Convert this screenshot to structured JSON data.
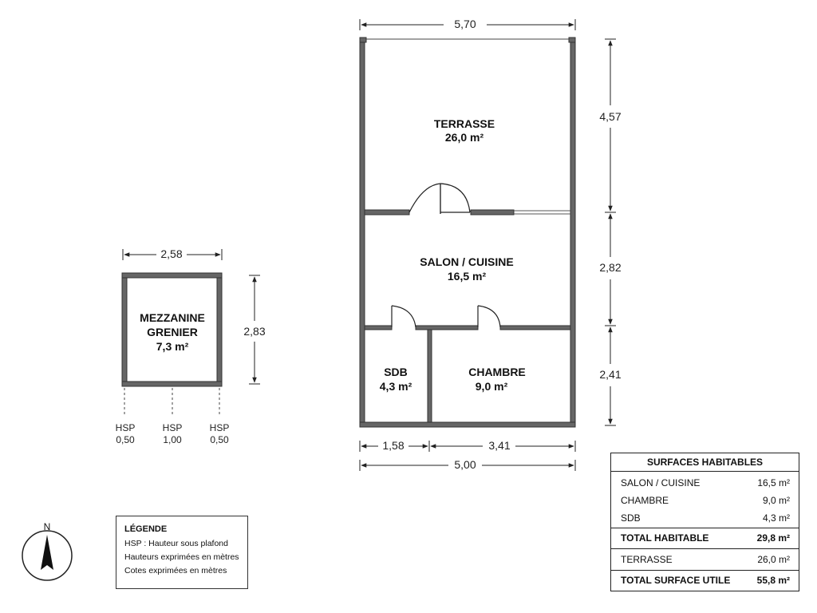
{
  "rooms": {
    "terrasse": {
      "name": "TERRASSE",
      "area": "26,0 m²"
    },
    "salon": {
      "name": "SALON / CUISINE",
      "area": "16,5 m²"
    },
    "sdb": {
      "name": "SDB",
      "area": "4,3 m²"
    },
    "chambre": {
      "name": "CHAMBRE",
      "area": "9,0 m²"
    },
    "mezzanine": {
      "name_line1": "MEZZANINE",
      "name_line2": "GRENIER",
      "area": "7,3 m²"
    }
  },
  "dimensions": {
    "top_width": "5,70",
    "right_terrasse": "4,57",
    "right_salon": "2,82",
    "right_chambre": "2,41",
    "bottom_sdb": "1,58",
    "bottom_chambre": "3,41",
    "bottom_total": "5,00",
    "mezz_width": "2,58",
    "mezz_height": "2,83"
  },
  "hsp": [
    {
      "label": "HSP",
      "value": "0,50"
    },
    {
      "label": "HSP",
      "value": "1,00"
    },
    {
      "label": "HSP",
      "value": "0,50"
    }
  ],
  "north": {
    "label": "N"
  },
  "legend": {
    "title": "LÉGENDE",
    "lines": [
      "HSP : Hauteur sous plafond",
      "Hauteurs exprimées en mètres",
      "Cotes exprimées en mètres"
    ]
  },
  "surfaces": {
    "title": "SURFACES HABITABLES",
    "rows": [
      {
        "label": "SALON / CUISINE",
        "value": "16,5 m²"
      },
      {
        "label": "CHAMBRE",
        "value": "9,0 m²"
      },
      {
        "label": "SDB",
        "value": "4,3 m²"
      }
    ],
    "total_habitable": {
      "label": "TOTAL HABITABLE",
      "value": "29,8 m²"
    },
    "terrasse": {
      "label": "TERRASSE",
      "value": "26,0 m²"
    },
    "total_utile": {
      "label": "TOTAL SURFACE UTILE",
      "value": "55,8 m²"
    }
  }
}
